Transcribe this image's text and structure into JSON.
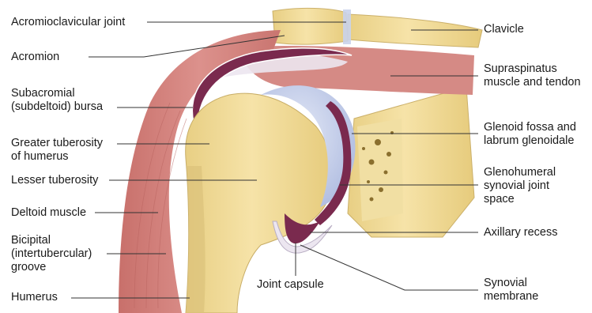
{
  "labels_left": {
    "acromioclavicular_joint": "Acromioclavicular joint",
    "acromion": "Acromion",
    "subacromial_bursa": "Subacromial\n(subdeltoid) bursa",
    "greater_tuberosity": "Greater tuberosity\nof humerus",
    "lesser_tuberosity": "Lesser tuberosity",
    "deltoid_muscle": "Deltoid muscle",
    "bicipital_groove": "Bicipital\n(intertubercular)\ngroove",
    "humerus": "Humerus"
  },
  "labels_right": {
    "clavicle": "Clavicle",
    "supraspinatus": "Supraspinatus\nmuscle and tendon",
    "glenoid_fossa": "Glenoid fossa and\nlabrum glenoidale",
    "glenohumeral_space": "Glenohumeral\nsynovial  joint\nspace",
    "axillary_recess": "Axillary recess",
    "synovial_membrane": "Synovial\nmembrane"
  },
  "labels_bottom": {
    "joint_capsule": "Joint capsule"
  },
  "colors": {
    "bone": "#f2dc9c",
    "bone_shadow": "#dcc27a",
    "muscle": "#d98a86",
    "muscle_dark": "#c46f6c",
    "synovial": "#7a2a4e",
    "cartilage": "#c9d3ec",
    "ligament": "#ece6f0"
  }
}
